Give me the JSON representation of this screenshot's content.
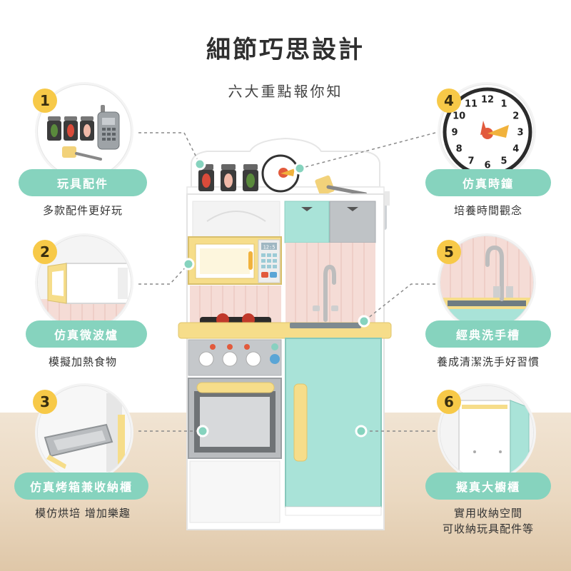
{
  "header": {
    "title": "細節巧思設計",
    "subtitle": "六大重點報你知"
  },
  "features": [
    {
      "number": "1",
      "label": "玩具配件",
      "desc": [
        "多款配件更好玩"
      ]
    },
    {
      "number": "2",
      "label": "仿真微波爐",
      "desc": [
        "模擬加熱食物"
      ]
    },
    {
      "number": "3",
      "label": "仿真烤箱兼收納櫃",
      "desc": [
        "模仿烘培 增加樂趣"
      ]
    },
    {
      "number": "4",
      "label": "仿真時鐘",
      "desc": [
        "培養時間觀念"
      ]
    },
    {
      "number": "5",
      "label": "經典洗手槽",
      "desc": [
        "養成清潔洗手好習慣"
      ]
    },
    {
      "number": "6",
      "label": "擬真大櫥櫃",
      "desc": [
        "實用收納空間",
        "可收納玩具配件等"
      ]
    }
  ],
  "microwave": {
    "display": "12:5"
  },
  "clock": {
    "numbers": [
      "12",
      "1",
      "2",
      "3",
      "4",
      "5",
      "6",
      "7",
      "8",
      "9",
      "10",
      "11"
    ]
  },
  "colors": {
    "accent_mint": "#86d3be",
    "badge_yellow": "#f7c948",
    "cabinet_mint": "#a9e3d8",
    "counter_yellow": "#f6dd8a",
    "backsplash_pink": "#f5dcd6",
    "oven_gray": "#bfc3c6"
  },
  "icons": [
    "spice-jar-icon",
    "phone-icon",
    "spatula-icon",
    "clock-icon",
    "faucet-icon",
    "oven-door-icon",
    "cabinet-icon",
    "microwave-icon"
  ]
}
